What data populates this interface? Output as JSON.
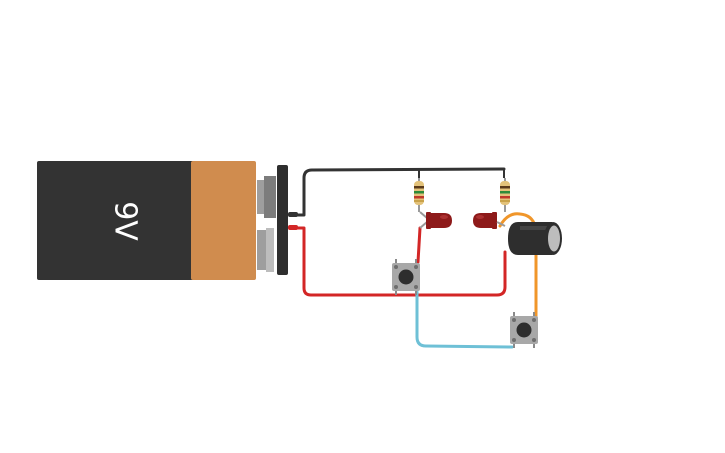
{
  "battery": {
    "label": "9V",
    "body_color": "#333333",
    "cap_color": "#D08C4E",
    "terminal_color": "#9E9E9E"
  },
  "colors": {
    "wire_black": "#333333",
    "wire_red": "#D32626",
    "wire_blue": "#6EC0D6",
    "wire_orange": "#F0962A",
    "led_red": "#8E1A1A",
    "resistor_body": "#E3C27A",
    "capacitor_body": "#2E2E2E",
    "button_base": "#A8A8A8",
    "button_cap": "#2E2E2E"
  },
  "components": [
    {
      "name": "battery-9v",
      "icon": "battery-icon"
    },
    {
      "name": "resistor-left",
      "icon": "resistor-icon"
    },
    {
      "name": "resistor-right",
      "icon": "resistor-icon"
    },
    {
      "name": "led-left",
      "icon": "led-icon"
    },
    {
      "name": "led-right",
      "icon": "led-icon"
    },
    {
      "name": "capacitor",
      "icon": "capacitor-icon"
    },
    {
      "name": "pushbutton-left",
      "icon": "pushbutton-icon"
    },
    {
      "name": "pushbutton-right",
      "icon": "pushbutton-icon"
    }
  ]
}
